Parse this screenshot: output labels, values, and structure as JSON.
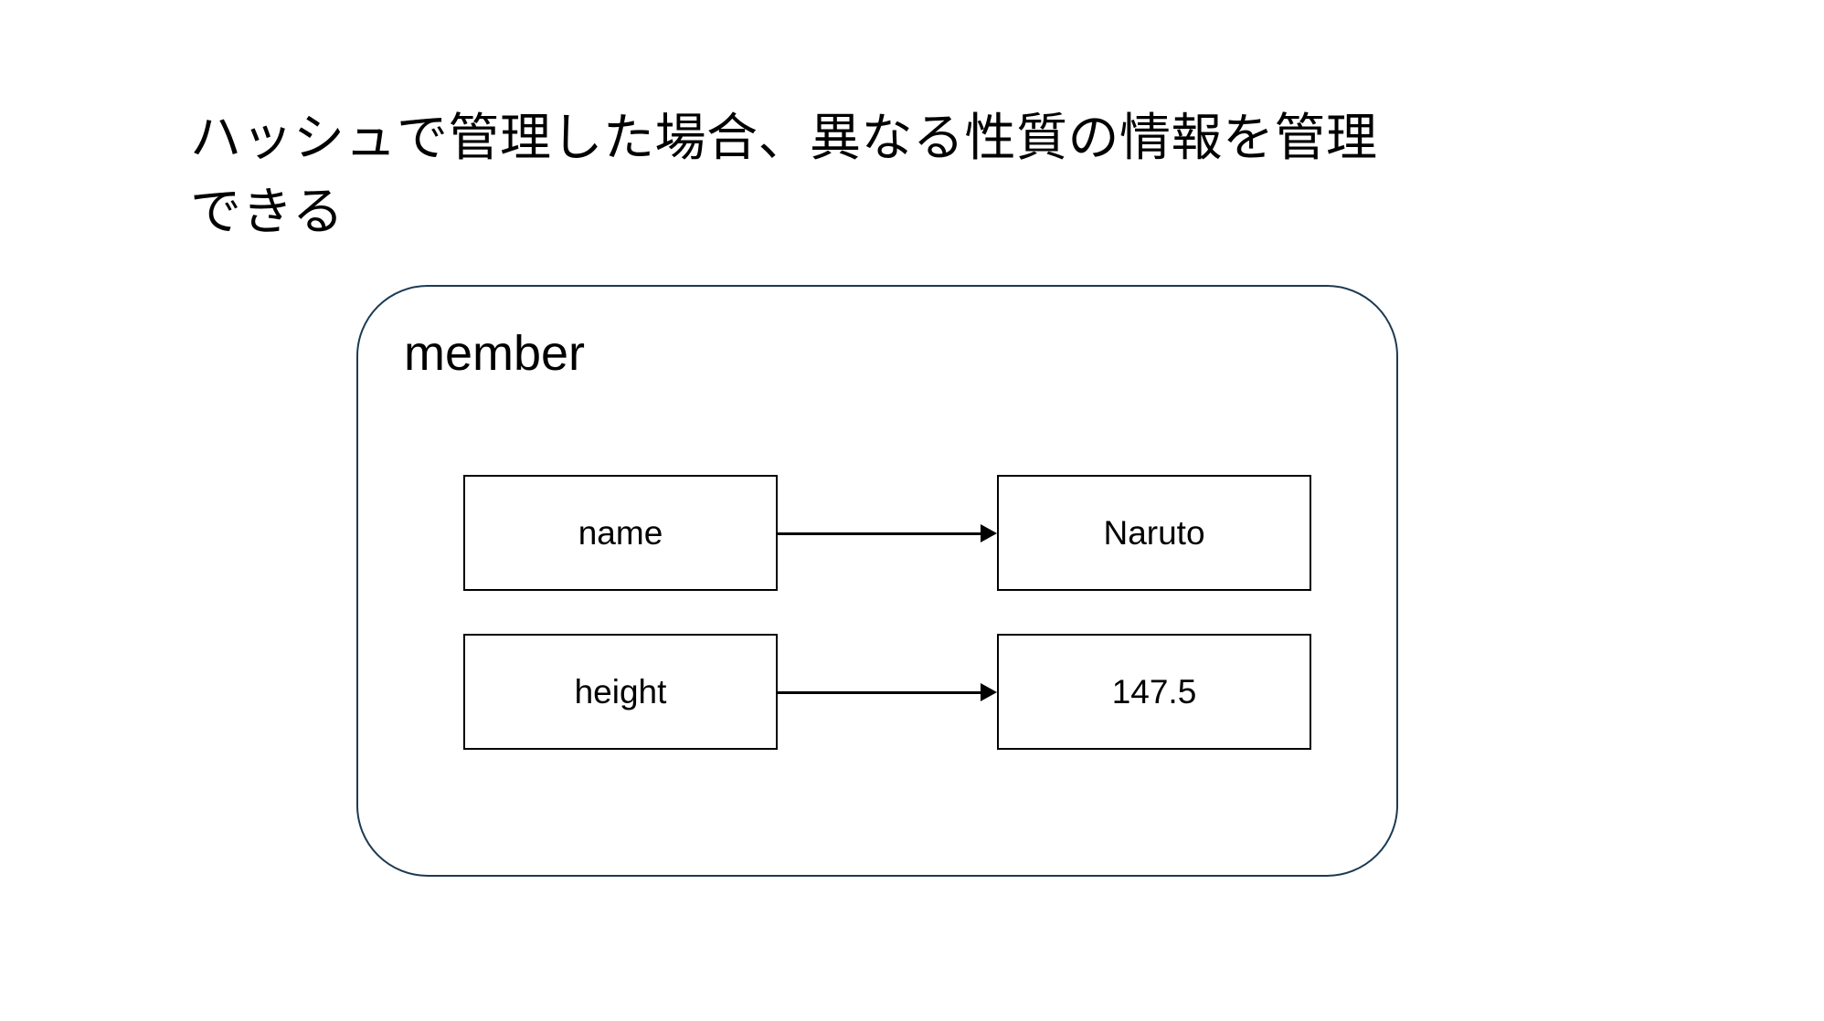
{
  "slide": {
    "title_line1": "ハッシュで管理した場合、異なる性質の情報を管理",
    "title_line2": "できる",
    "container_label": "member",
    "pairs": [
      {
        "key": "name",
        "value": "Naruto"
      },
      {
        "key": "height",
        "value": "147.5"
      }
    ]
  },
  "colors": {
    "background": "#ffffff",
    "outline": "#1c3a52",
    "box_border": "#000000",
    "text": "#000000"
  }
}
